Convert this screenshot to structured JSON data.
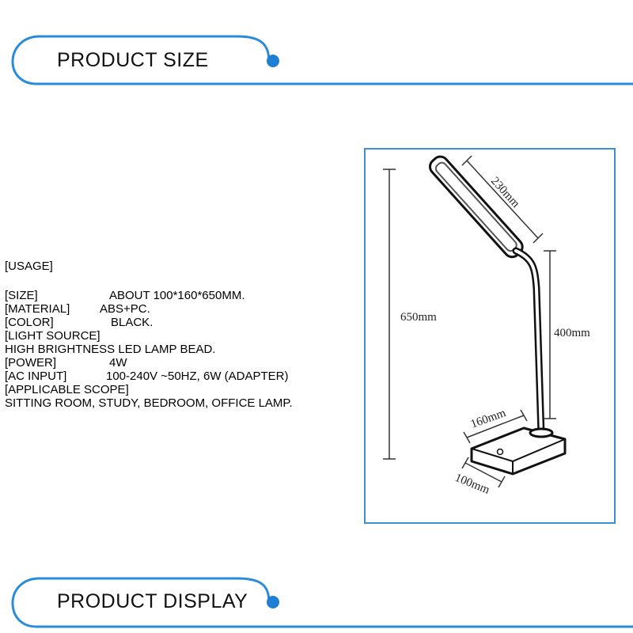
{
  "sections": {
    "size_title": "PRODUCT SIZE",
    "display_title": "PRODUCT DISPLAY"
  },
  "colors": {
    "accent": "#2a8bd8",
    "dot": "#1f7fd4",
    "frame": "#3b8fd6"
  },
  "spec": {
    "heading": "[USAGE]",
    "rows": [
      {
        "key": "[SIZE]",
        "value": "ABOUT 100*160*650MM."
      },
      {
        "key": "[MATERIAL]",
        "value": "ABS+PC."
      },
      {
        "key": "[COLOR]",
        "value": "BLACK."
      },
      {
        "key": "[LIGHT SOURCE]",
        "value": ""
      },
      {
        "key": "HIGH BRIGHTNESS LED LAMP BEAD.",
        "value": ""
      },
      {
        "key": "[POWER]",
        "value": "4W"
      },
      {
        "key": "[AC INPUT]",
        "value": "100-240V ~50HZ, 6W (ADAPTER)"
      },
      {
        "key": "[APPLICABLE SCOPE]",
        "value": ""
      },
      {
        "key": "SITTING ROOM, STUDY, BEDROOM, OFFICE LAMP.",
        "value": ""
      }
    ]
  },
  "diagram": {
    "dim_head": "230mm",
    "dim_total": "650mm",
    "dim_neck": "400mm",
    "dim_base_len": "160mm",
    "dim_base_width": "100mm"
  }
}
